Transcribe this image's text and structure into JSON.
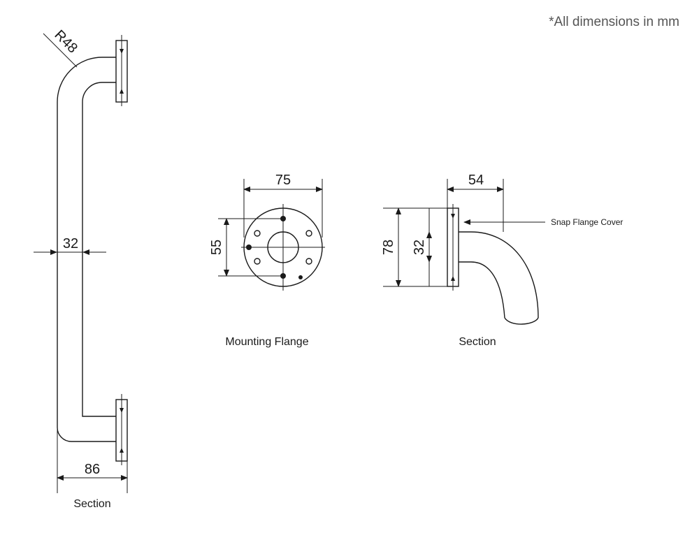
{
  "note": "*All dimensions in mm",
  "side_view": {
    "radius_label": "R48",
    "diameter_label": "32",
    "projection_label": "86",
    "caption": "Section"
  },
  "mounting_flange": {
    "width_label": "75",
    "height_label": "55",
    "caption": "Mounting Flange"
  },
  "section_view": {
    "depth_label": "54",
    "height_label": "78",
    "inner_label": "32",
    "callout": "Snap Flange Cover",
    "caption": "Section"
  }
}
